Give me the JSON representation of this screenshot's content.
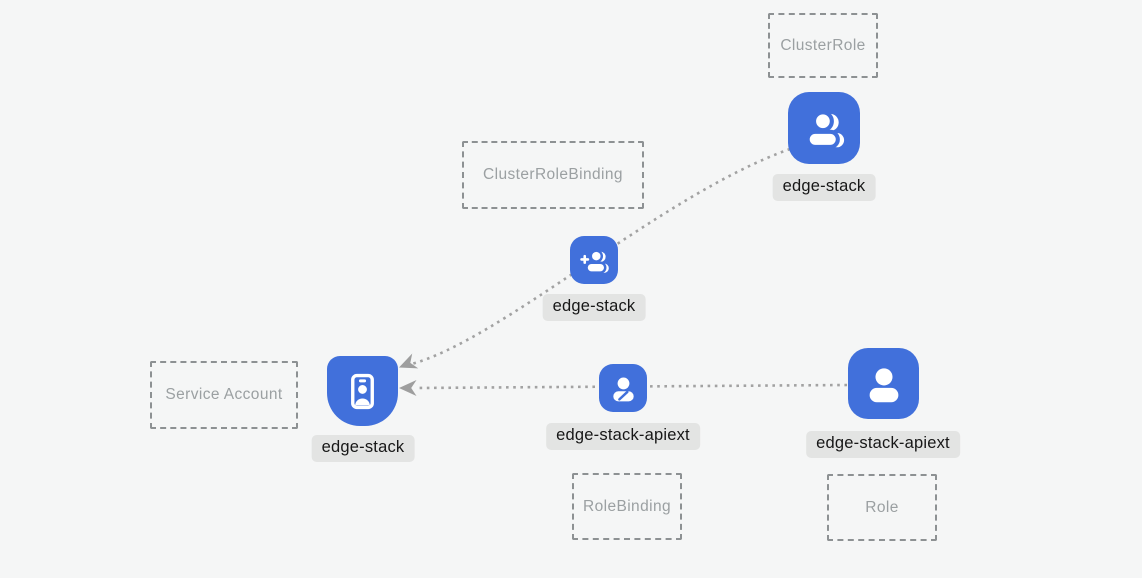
{
  "diagram": {
    "kind_boxes": {
      "cluster_role": "ClusterRole",
      "cluster_role_binding": "ClusterRoleBinding",
      "service_account": "Service Account",
      "role_binding": "RoleBinding",
      "role": "Role"
    },
    "resources": {
      "cluster_role": "edge-stack",
      "cluster_role_binding": "edge-stack",
      "service_account": "edge-stack",
      "role_binding": "edge-stack-apiext",
      "role": "edge-stack-apiext"
    },
    "icons": {
      "cluster_role": "user-group-icon",
      "cluster_role_binding": "user-add-icon",
      "service_account": "id-badge-icon",
      "role_binding": "user-edit-icon",
      "role": "user-icon"
    },
    "edges": [
      {
        "from": "cluster_role",
        "through": "cluster_role_binding",
        "to": "service_account",
        "style": "dotted-arrow"
      },
      {
        "from": "role",
        "through": "role_binding",
        "to": "service_account",
        "style": "dotted-arrow"
      }
    ]
  },
  "colors": {
    "background": "#f5f6f6",
    "node_blue": "#4170db",
    "glyph_white": "#ffffff",
    "chip_bg": "#e3e4e3",
    "chip_text": "#171717",
    "kind_box_border": "#8d9193",
    "kind_box_text": "#9ba0a2",
    "edge_dots": "#a2a2a2",
    "arrowhead": "#9e9e9e"
  }
}
